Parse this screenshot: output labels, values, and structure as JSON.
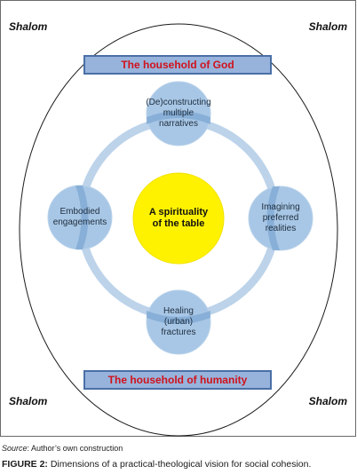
{
  "corners": {
    "top_left": "Shalom",
    "top_right": "Shalom",
    "bottom_left": "Shalom",
    "bottom_right": "Shalom"
  },
  "banners": {
    "top": "The household of God",
    "bottom": "The household of humanity"
  },
  "center": "A spirituality\nof the table",
  "nodes": {
    "top": "(De)constructing\nmultiple\nnarratives",
    "left": "Embodied\nengagements",
    "right": "Imagining\npreferred\nrealities",
    "bottom": "Healing\n(urban)\nfractures"
  },
  "colors": {
    "banner_text": "#d0121b",
    "banner_fill": "#97b3dc",
    "node_fill": "#a8c7e6",
    "ring": "#bcd3ea",
    "center_fill": "#fff200"
  },
  "source": {
    "label": "Source",
    "text": ": Author’s own construction"
  },
  "caption": {
    "tag": "FIGURE 2:",
    "text": " Dimensions of a practical-theological vision for social cohesion."
  }
}
